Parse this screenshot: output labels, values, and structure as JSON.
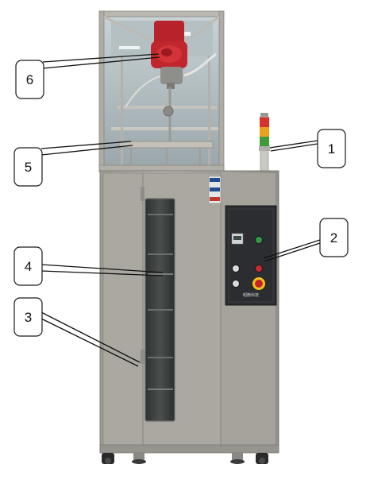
{
  "figure": {
    "callouts": [
      {
        "id": "1",
        "label": "1"
      },
      {
        "id": "2",
        "label": "2"
      },
      {
        "id": "3",
        "label": "3"
      },
      {
        "id": "4",
        "label": "4"
      },
      {
        "id": "5",
        "label": "5"
      },
      {
        "id": "6",
        "label": "6"
      }
    ],
    "panel_brand": "昭微科技",
    "colors": {
      "steel": "#a9a7a1",
      "steel_dark": "#8d8b85",
      "control_panel": "#2b2d30",
      "motor_red": "#c0262d",
      "light_red": "#d9312b",
      "light_amber": "#e8a21c",
      "light_green": "#3f9a3a",
      "button_green": "#2e9a48",
      "button_red": "#c9292c",
      "estop_yellow": "#f0c419"
    }
  }
}
